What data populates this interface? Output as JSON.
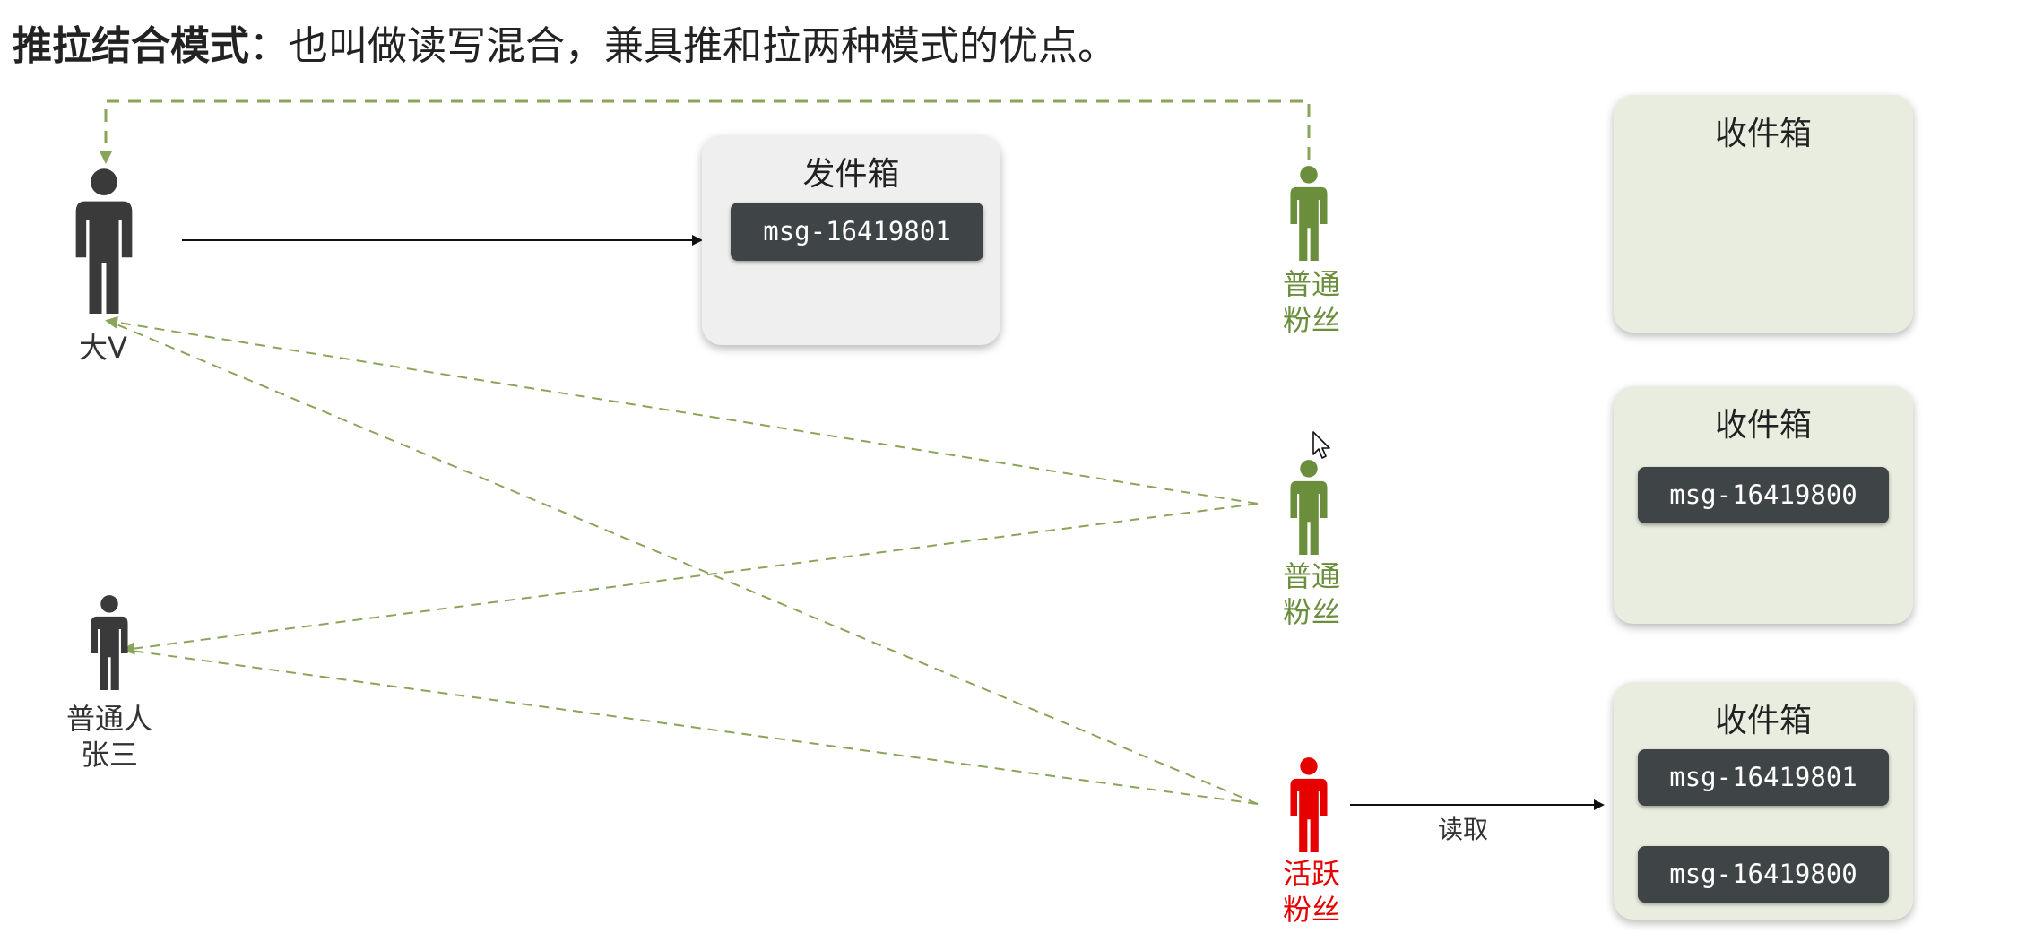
{
  "title": {
    "bold": "推拉结合模式",
    "rest": "：也叫做读写混合，兼具推和拉两种模式的优点。"
  },
  "outbox": {
    "title": "发件箱",
    "messages": [
      "msg-16419801"
    ]
  },
  "inboxes": [
    {
      "title": "收件箱",
      "messages": []
    },
    {
      "title": "收件箱",
      "messages": [
        "msg-16419800"
      ]
    },
    {
      "title": "收件箱",
      "messages": [
        "msg-16419801",
        "msg-16419800"
      ]
    }
  ],
  "people": {
    "big_v": {
      "label": "大V"
    },
    "normal_person": {
      "line1": "普通人",
      "line2": "张三"
    },
    "fan_1": {
      "line1": "普通",
      "line2": "粉丝"
    },
    "fan_2": {
      "line1": "普通",
      "line2": "粉丝"
    },
    "active_fan": {
      "line1": "活跃",
      "line2": "粉丝"
    }
  },
  "edges": {
    "read_label": "读取"
  },
  "colors": {
    "green_person": "#6a8e3b",
    "dark_person": "#3a3a3a",
    "active_person": "#e60000",
    "dashed_line": "#8aa55a",
    "msg_bg": "#3f4446",
    "outbox_bg": "#efefef",
    "inbox_bg": "#e9eddf"
  }
}
